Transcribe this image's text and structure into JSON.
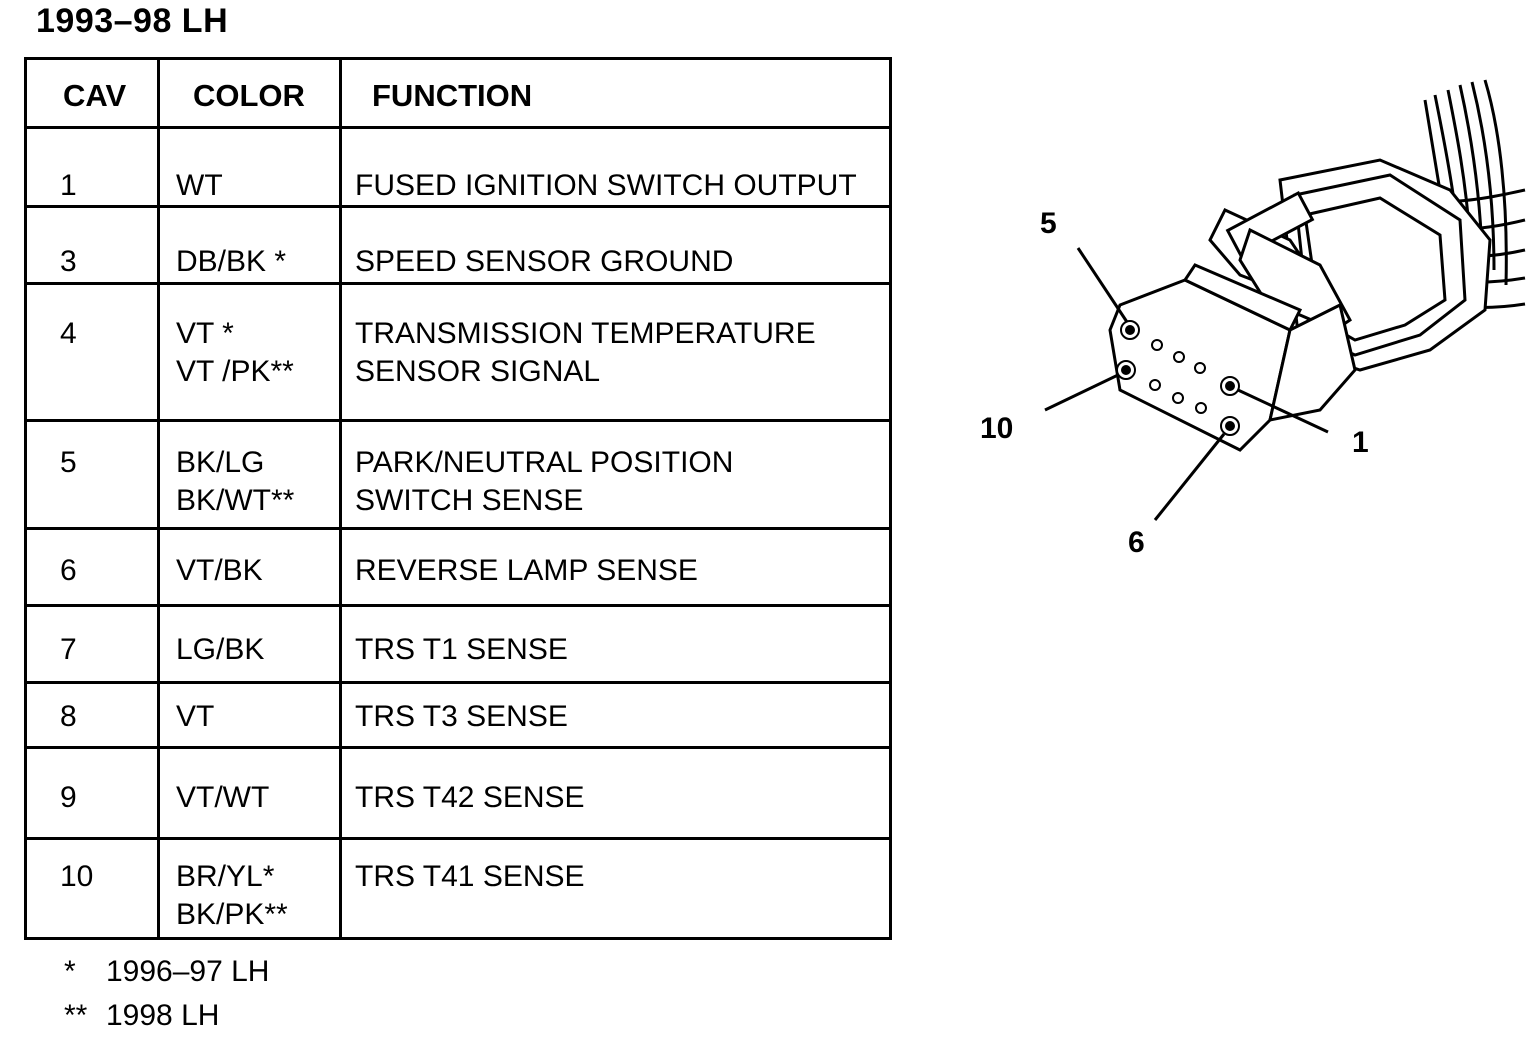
{
  "title": "1993–98 LH",
  "table": {
    "headers": [
      "CAV",
      "COLOR",
      "FUNCTION"
    ],
    "rows": [
      {
        "cav": "1",
        "color": [
          "WT"
        ],
        "function": [
          "FUSED IGNITION SWITCH OUTPUT"
        ]
      },
      {
        "cav": "3",
        "color": [
          "DB/BK *"
        ],
        "function": [
          "SPEED SENSOR GROUND"
        ]
      },
      {
        "cav": "4",
        "color": [
          "VT *",
          "VT /PK**"
        ],
        "function": [
          "TRANSMISSION TEMPERATURE",
          "SENSOR SIGNAL"
        ]
      },
      {
        "cav": "5",
        "color": [
          "BK/LG",
          "BK/WT**"
        ],
        "function": [
          "PARK/NEUTRAL POSITION",
          "SWITCH SENSE"
        ]
      },
      {
        "cav": "6",
        "color": [
          "VT/BK"
        ],
        "function": [
          "REVERSE LAMP SENSE"
        ]
      },
      {
        "cav": "7",
        "color": [
          "LG/BK"
        ],
        "function": [
          "TRS T1 SENSE"
        ]
      },
      {
        "cav": "8",
        "color": [
          "VT"
        ],
        "function": [
          "TRS T3 SENSE"
        ]
      },
      {
        "cav": "9",
        "color": [
          "VT/WT"
        ],
        "function": [
          "TRS T42 SENSE"
        ]
      },
      {
        "cav": "10",
        "color": [
          "BR/YL*",
          "BK/PK**"
        ],
        "function": [
          "TRS T41 SENSE"
        ]
      }
    ]
  },
  "notes": [
    {
      "mark": "*",
      "text": "1996–97 LH"
    },
    {
      "mark": "**",
      "text": "1998 LH"
    }
  ],
  "connector": {
    "callouts": {
      "pin5": "5",
      "pin10": "10",
      "pin1": "1",
      "pin6": "6"
    }
  }
}
